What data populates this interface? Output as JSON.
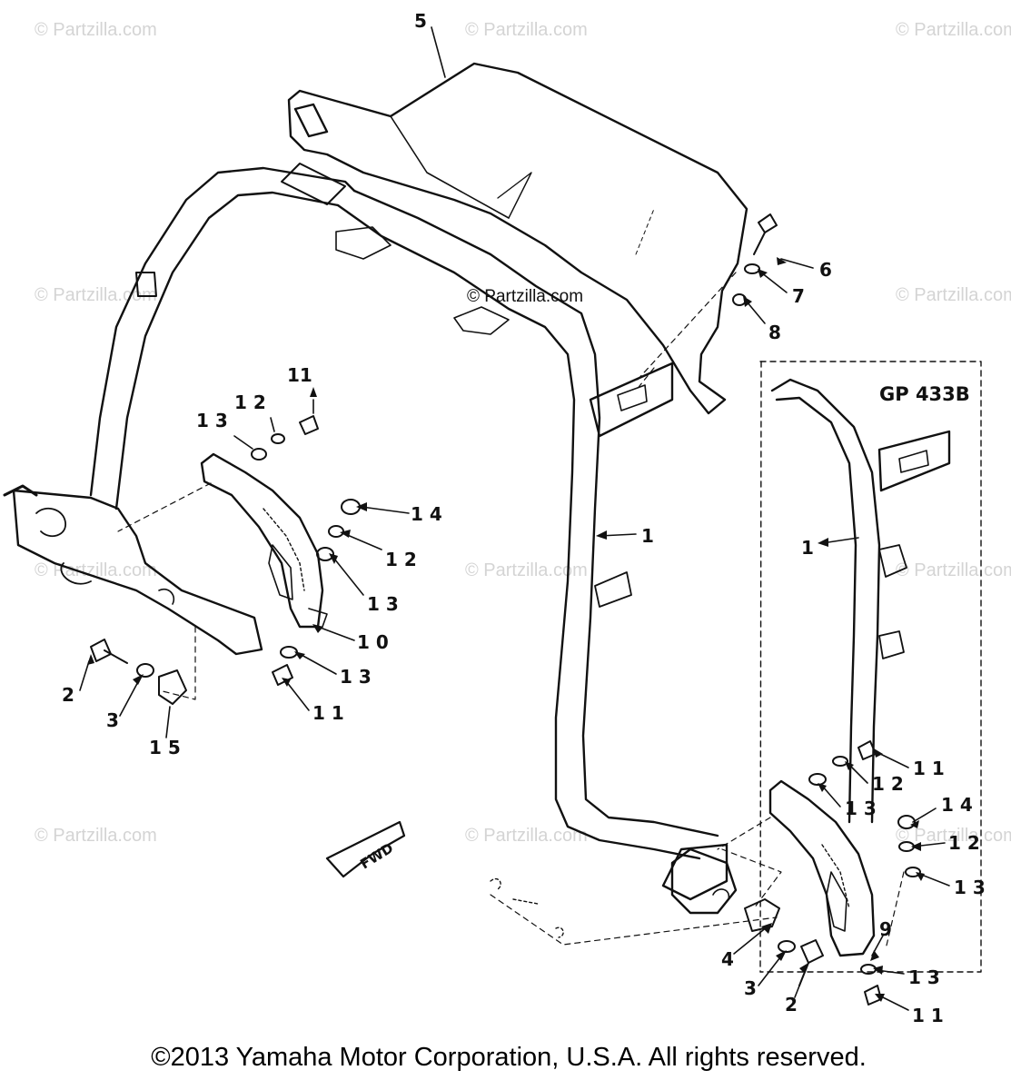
{
  "watermark_text": "© Partzilla.com",
  "center_watermark": "© Partzilla.com",
  "copyright": "©2013 Yamaha Motor Corporation, U.S.A. All rights reserved.",
  "inset_label": "GP 433B",
  "fwd_label": "FWD",
  "callouts": [
    "5",
    "6",
    "7",
    "8",
    "1",
    "1",
    "11",
    "1 2",
    "1 3",
    "1 4",
    "1 2",
    "1 3",
    "1 0",
    "1 3",
    "1 1",
    "2",
    "3",
    "1 5",
    "1 1",
    "1 2",
    "1 3",
    "1 4",
    "1 2",
    "1 3",
    "9",
    "4",
    "3",
    "2",
    "1 3",
    "1 1"
  ]
}
